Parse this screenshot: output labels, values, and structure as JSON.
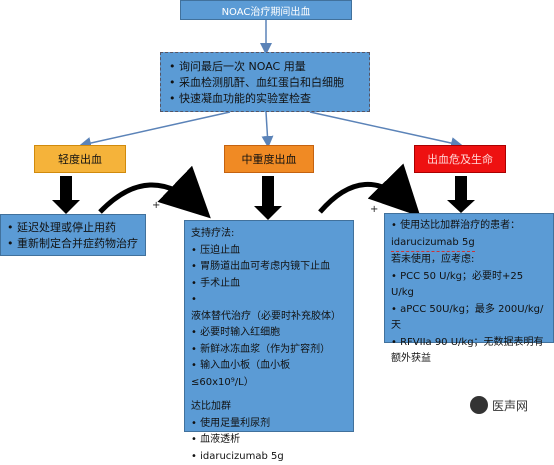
{
  "title": "NOAC治疗期间出血",
  "assessment": {
    "items": [
      "询问最后一次 NOAC 用量",
      "采血检测肌酐、血红蛋白和白细胞",
      "快速凝血功能的实验室检查"
    ]
  },
  "levels": {
    "mild": "轻度出血",
    "moderate": "中重度出血",
    "severe": "出血危及生命"
  },
  "mild_actions": [
    "延迟处理或停止用药",
    "重新制定合并症药物治疗"
  ],
  "moderate_actions": {
    "header1": "支持疗法:",
    "list1": [
      "压迫止血",
      "胃肠道出血可考虑内镜下止血",
      "手术止血",
      "液体替代治疗（必要时补充胶体）",
      "必要时输入红细胞",
      "新鲜冰冻血浆（作为扩容剂）",
      "输入血小板（血小板≤60x10⁹/L）"
    ],
    "header2": "达比加群",
    "list2": [
      "使用足量利尿剂",
      "血液透析",
      "idarucizumab 5g"
    ]
  },
  "severe_actions": {
    "header": "使用达比加群治疗的患者：",
    "drug": "idarucizumab 5g",
    "alt": "若未使用，应考虑:",
    "items": [
      "PCC 50 U/kg；必要时+25 U/kg",
      "aPCC 50U/kg；最多 200U/kg/天",
      "RFVIIa 90 U/kg；无数据表明有额外获益"
    ]
  },
  "plus_sign": "+",
  "watermark": "医声网",
  "colors": {
    "box_blue": "#5b9bd5",
    "mild": "#f5b33a",
    "moderate": "#f08a24",
    "severe": "#ee1111"
  }
}
